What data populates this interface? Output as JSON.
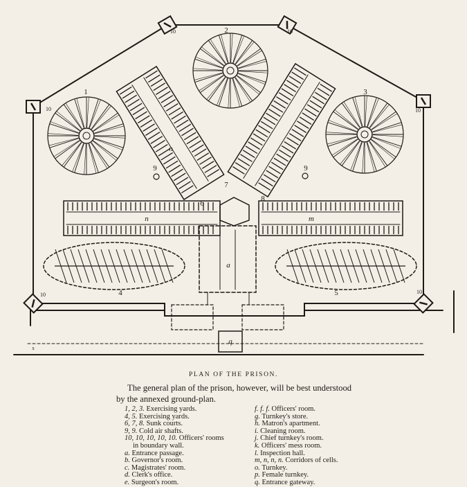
{
  "plan": {
    "labels": {
      "yard_1": "1",
      "yard_2": "2",
      "yard_3": "3",
      "yard_4": "4",
      "yard_5": "5",
      "court_6": "6",
      "court_7": "7",
      "court_8": "8",
      "shaft_9a": "9",
      "shaft_9b": "9",
      "rooms_10": "10",
      "entrance_a": "a",
      "gateway_q": "q",
      "corridor_n": "n",
      "corridor_m": "m",
      "left_marker": "s"
    }
  },
  "caption": "PLAN OF THE PRISON.",
  "intro": {
    "line1": "The general plan of the prison, however, will be best understood",
    "line2": "by the annexed ground-plan."
  },
  "legend_left": [
    {
      "key": "1, 2, 3.",
      "text": "Exercising yards."
    },
    {
      "key": "4, 5.",
      "text": "Exercising yards."
    },
    {
      "key": "6, 7, 8.",
      "text": "Sunk courts."
    },
    {
      "key": "9, 9.",
      "text": "Cold air shafts."
    },
    {
      "key": "10, 10, 10, 10, 10.",
      "text": "Officers' rooms"
    },
    {
      "key": "",
      "text": "in boundary wall."
    },
    {
      "key": "a.",
      "text": "Entrance passage."
    },
    {
      "key": "b.",
      "text": "Governor's room."
    },
    {
      "key": "c.",
      "text": "Magistrates' room."
    },
    {
      "key": "d.",
      "text": "Clerk's office."
    },
    {
      "key": "e.",
      "text": "Surgeon's room."
    }
  ],
  "legend_right": [
    {
      "key": "f. f. f.",
      "text": "Officers' room."
    },
    {
      "key": "g.",
      "text": "Turnkey's store."
    },
    {
      "key": "h.",
      "text": "Matron's apartment."
    },
    {
      "key": "i.",
      "text": "Cleaning room."
    },
    {
      "key": "j.",
      "text": "Chief turnkey's room."
    },
    {
      "key": "k.",
      "text": "Officers' mess room."
    },
    {
      "key": "l.",
      "text": "Inspection hall."
    },
    {
      "key": "m, n, n, n.",
      "text": "Corridors of cells."
    },
    {
      "key": "o.",
      "text": "Turnkey."
    },
    {
      "key": "p.",
      "text": "Female turnkey."
    },
    {
      "key": "q.",
      "text": "Entrance gateway."
    }
  ]
}
